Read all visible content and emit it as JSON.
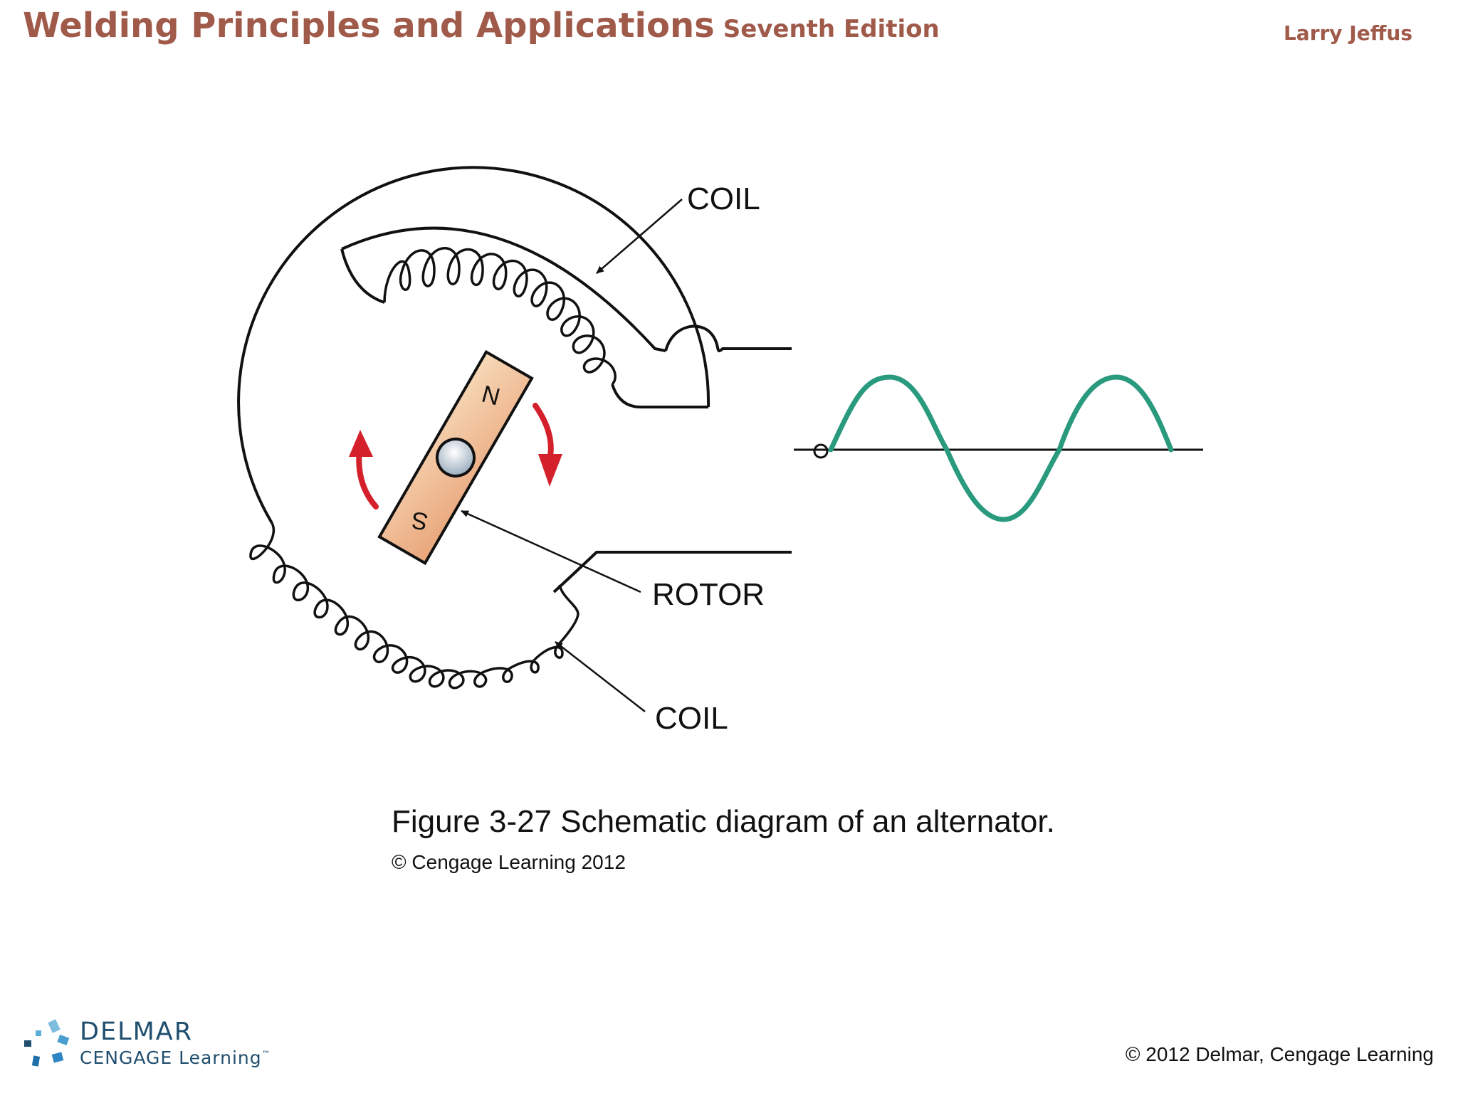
{
  "header": {
    "title": "Welding Principles and Applications",
    "edition": "Seventh Edition",
    "author": "Larry Jeffus"
  },
  "diagram": {
    "labels": {
      "coil_top": "COIL",
      "rotor": "ROTOR",
      "coil_bottom": "COIL",
      "north": "N",
      "south": "S"
    },
    "colors": {
      "sine_wave": "#2a9a7f",
      "rotation_arrows": "#d4202a",
      "magnet_fill": "#f2c09a",
      "brand_red": "#a05a4a"
    }
  },
  "caption": {
    "text": "Figure 3-27 Schematic diagram of an alternator.",
    "copyright": "© Cengage Learning 2012"
  },
  "footer": {
    "logo_name": "DELMAR",
    "logo_sub": "CENGAGE Learning",
    "logo_tm": "™",
    "copyright": "© 2012 Delmar, Cengage Learning"
  }
}
